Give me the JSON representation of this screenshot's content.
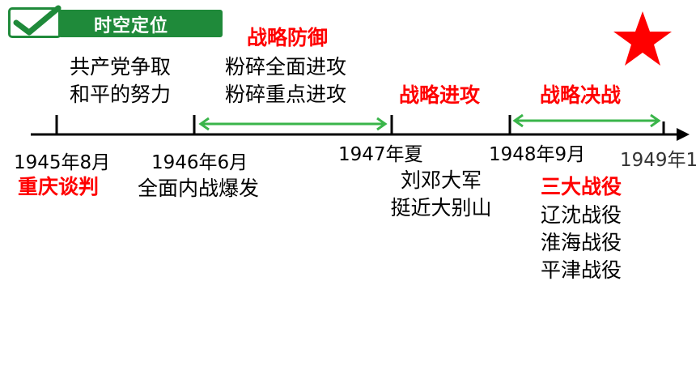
{
  "header": {
    "title": "时空定位"
  },
  "colors": {
    "accent_green": "#1f8a3a",
    "red": "#ff0000",
    "arrow_green": "#3ab54a"
  },
  "timeline": {
    "dates": [
      "1945年8月",
      "1946年6月",
      "1947年夏",
      "1948年9月",
      "1949年1"
    ],
    "phases": [
      "战略防御",
      "战略进攻",
      "战略决战"
    ],
    "notes": {
      "peace_effort": [
        "共产党争取",
        "和平的努力"
      ],
      "defense_items": [
        "粉碎全面进攻",
        "粉碎重点进攻"
      ],
      "chongqing": "重庆谈判",
      "civil_war": "全面内战爆发",
      "liu_deng": [
        "刘邓大军",
        "挺近大别山"
      ],
      "three_battles": "三大战役",
      "battles": [
        "辽沈战役",
        "淮海战役",
        "平津战役"
      ]
    }
  }
}
